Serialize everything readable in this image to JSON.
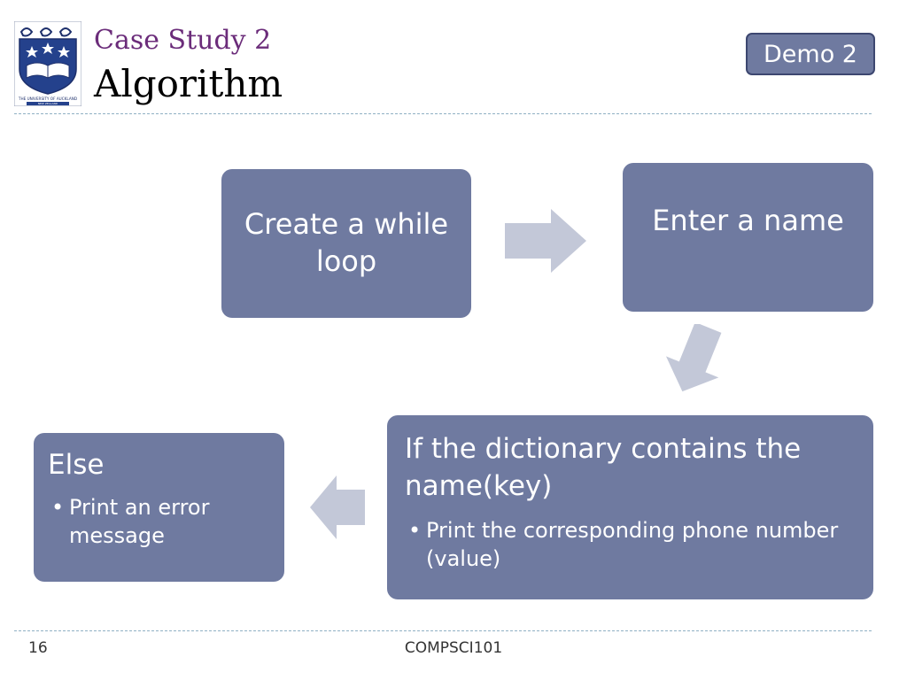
{
  "header": {
    "subtitle": "Case Study 2",
    "title": "Algorithm",
    "logo_icon": "university-of-auckland-crest",
    "logo_text_line1": "THE UNIVERSITY OF AUCKLAND",
    "logo_text_line2": "NEW ZEALAND"
  },
  "badge": {
    "label": "Demo 2"
  },
  "flow": {
    "step1": {
      "label": "Create a while loop"
    },
    "step2": {
      "label": "Enter a name"
    },
    "step3": {
      "heading": "If the dictionary contains the name(key)",
      "bullets": [
        "Print the corresponding phone number (value)"
      ]
    },
    "step4": {
      "heading": "Else",
      "bullets": [
        "Print an error message"
      ]
    },
    "arrows": [
      "arrow-right-icon",
      "arrow-down-icon",
      "arrow-left-icon"
    ]
  },
  "footer": {
    "page_number": "16",
    "course": "COMPSCI101"
  },
  "colors": {
    "box_fill": "#6f7aa0",
    "arrow_fill": "#c3c8d8",
    "subtitle_color": "#6b2c7a",
    "badge_border": "#3d4770",
    "rule_color": "#8fb0c4"
  }
}
